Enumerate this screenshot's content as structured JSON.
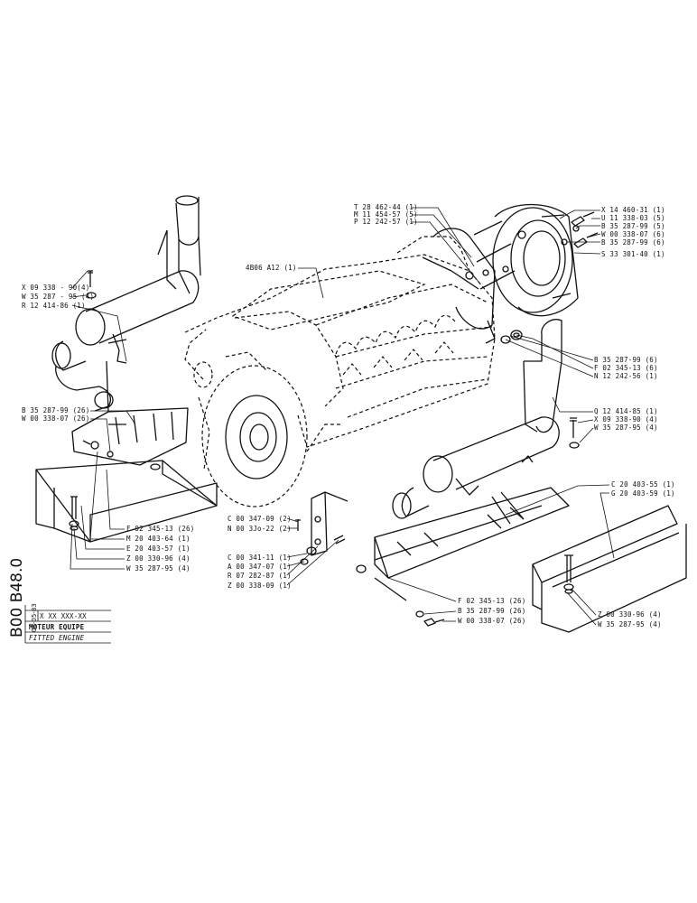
{
  "title_block": {
    "drawing_number": "B00 B48.0",
    "date": "06-05-83",
    "serial": "X XX XXX-XX",
    "title_fr": "MOTEUR EQUIPE",
    "title_en": "FITTED ENGINE"
  },
  "labels": {
    "t28462": "T 28 462-44 (1)",
    "m11454": "M 11 454-57 (5)",
    "p12242": "P 12 242-57 (1)",
    "x14460": "X 14 460-31 (1)",
    "u11338": "U 11 338-03 (5)",
    "b35287_5": "B 35 287-99 (5)",
    "w00338_6": "W 00 338-07 (6)",
    "b35287_6a": "B 35 287-99 (6)",
    "s33301": "S 33 301-40 (1)",
    "engine": "4B06 A12 (1)",
    "x09338_l": "X 09 338 - 90(4)",
    "w35287_l": "W 35 287 - 95 (4)",
    "r12414": "R 12 414-86 (1)",
    "b35287_26l": "B 35 287-99 (26)",
    "w00338_26l": "W 00 338-07 (26)",
    "b35287_6b": "B 35 287-99 (6)",
    "f02345_6": "F 02 345-13 (6)",
    "n12242": "N 12 242-56 (1)",
    "q12414": "Q 12 414-85 (1)",
    "x09338_r": "X 09 338-90 (4)",
    "w35287_r": "W 35 287-95 (4)",
    "f02345_26l": "F 02 345-13 (26)",
    "m20403": "M 20 403-64 (1)",
    "e20403": "E 20 403-57 (1)",
    "z00330_l": "Z 00 330-96 (4)",
    "w35287_bl": "W 35 287-95 (4)",
    "c00347": "C 00 347-09 (2)",
    "n00": "N 00 3Jo-22 (2)",
    "c00341": "C 00 341-11 (1)",
    "a00347": "A 00 347-07 (1)",
    "r07282": "R 07 282-87 (1)",
    "z00338": "Z 00 338-09 (1)",
    "c20403": "C 20 403-55 (1)",
    "g20403": "G 20 403-59 (1)",
    "f02345_26r": "F 02 345-13 (26)",
    "b35287_26r": "B 35 287-99 (26)",
    "w00338_26r": "W 00 338-07 (26)",
    "z00330_r": "Z 00 330-96 (4)",
    "w35287_br": "W 35 287-95 (4)"
  }
}
